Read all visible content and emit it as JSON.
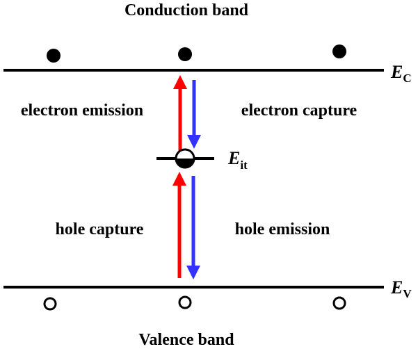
{
  "labels": {
    "conduction_band": "Conduction band",
    "valence_band": "Valence band",
    "electron_emission": "electron emission",
    "electron_capture": "electron capture",
    "hole_capture": "hole capture",
    "hole_emission": "hole emission",
    "ec_main": "E",
    "ec_sub": "C",
    "eit_main": "E",
    "eit_sub": "it",
    "ev_main": "E",
    "ev_sub": "V"
  },
  "colors": {
    "emission_arrow": "#ff0000",
    "capture_arrow": "#3333ff",
    "line": "#000000"
  }
}
